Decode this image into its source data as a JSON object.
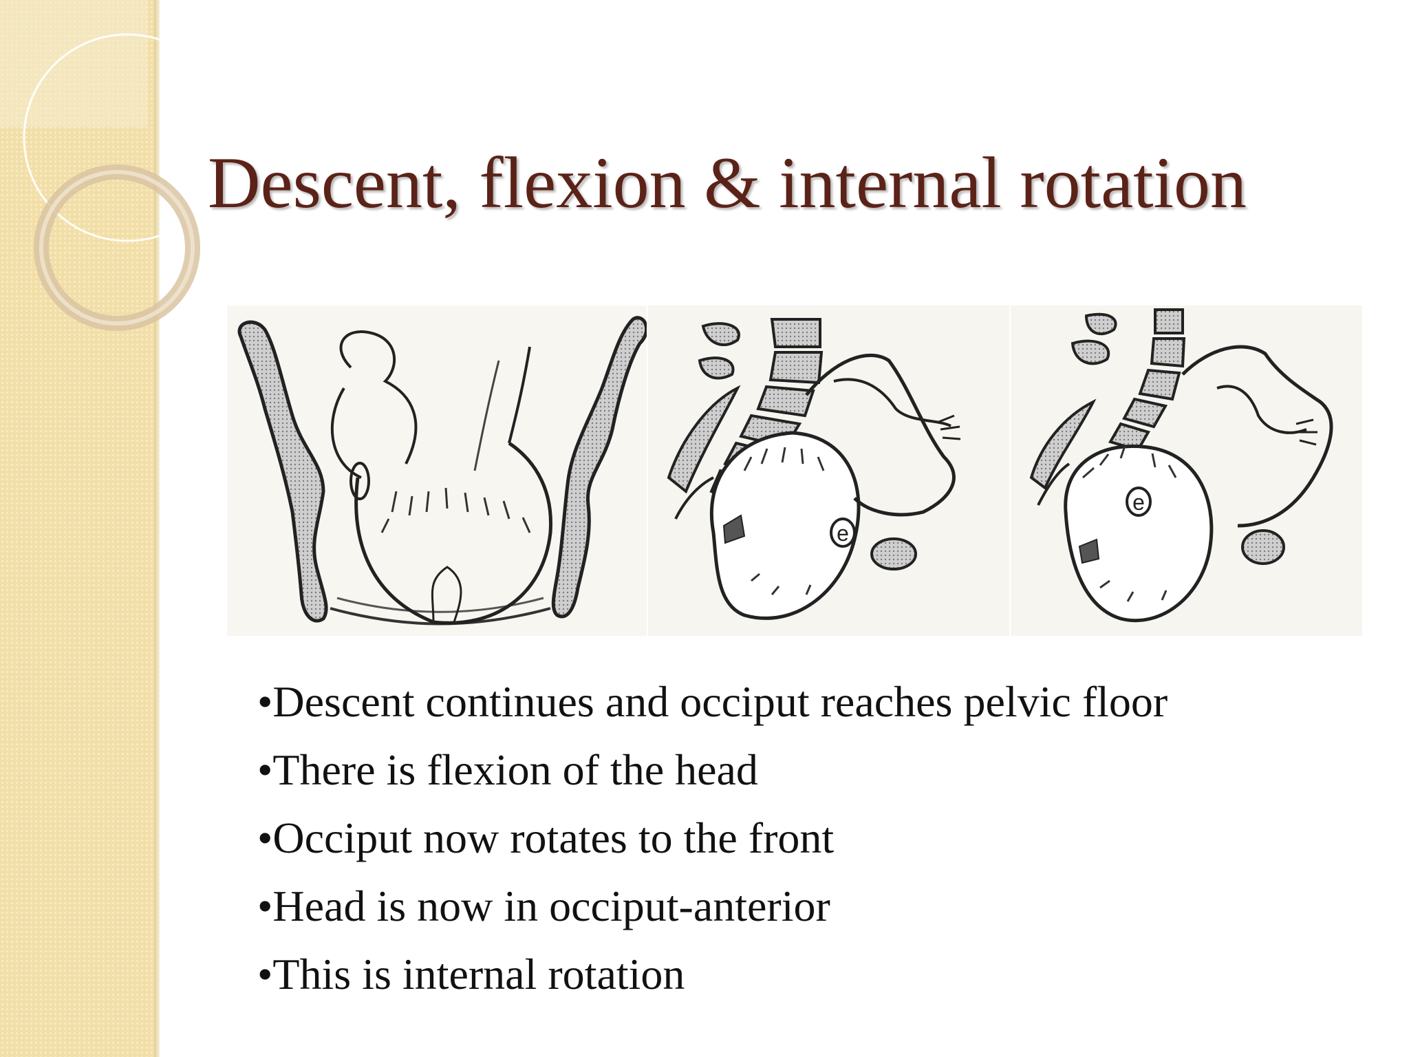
{
  "slide": {
    "title": "Descent, flexion & internal rotation",
    "figure": {
      "panels": [
        {
          "name": "pelvis-front-view-illustration",
          "mark": ""
        },
        {
          "name": "pelvis-side-view-illustration",
          "mark": "e"
        },
        {
          "name": "pelvis-side-view-rotated-illustration",
          "mark": "e"
        }
      ]
    },
    "bullets": [
      "Descent continues and occiput reaches pelvic floor",
      "There is flexion of the head",
      "Occiput now rotates to the front",
      "Head is now in occiput-anterior",
      "This is internal rotation"
    ]
  },
  "theme": {
    "title_color": "#5b2218",
    "band_color": "#f2dfa8",
    "hatch_color": "#9a9a9a"
  }
}
